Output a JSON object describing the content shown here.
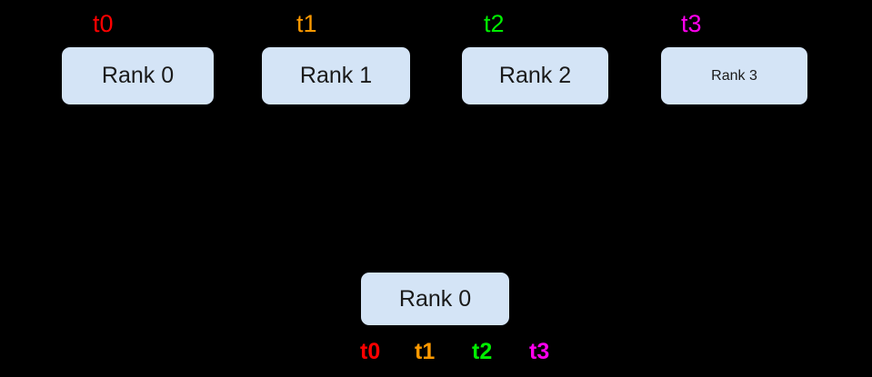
{
  "diagram": {
    "background_color": "#000000",
    "box_fill_color": "#d4e4f6",
    "box_text_color": "#1a1a1a",
    "top_row": {
      "boxes": [
        {
          "label": "Rank 0",
          "tick": "t0",
          "tick_color": "#ff0000"
        },
        {
          "label": "Rank 1",
          "tick": "t1",
          "tick_color": "#ff9900"
        },
        {
          "label": "Rank 2",
          "tick": "t2",
          "tick_color": "#00ee00"
        },
        {
          "label": "Rank 3",
          "tick": "t3",
          "tick_color": "#ff00ee"
        }
      ]
    },
    "bottom_row": {
      "box": {
        "label": "Rank 0"
      },
      "ticks": [
        {
          "tick": "t0",
          "tick_color": "#ff0000"
        },
        {
          "tick": "t1",
          "tick_color": "#ff9900"
        },
        {
          "tick": "t2",
          "tick_color": "#00ee00"
        },
        {
          "tick": "t3",
          "tick_color": "#ff00ee"
        }
      ]
    }
  }
}
